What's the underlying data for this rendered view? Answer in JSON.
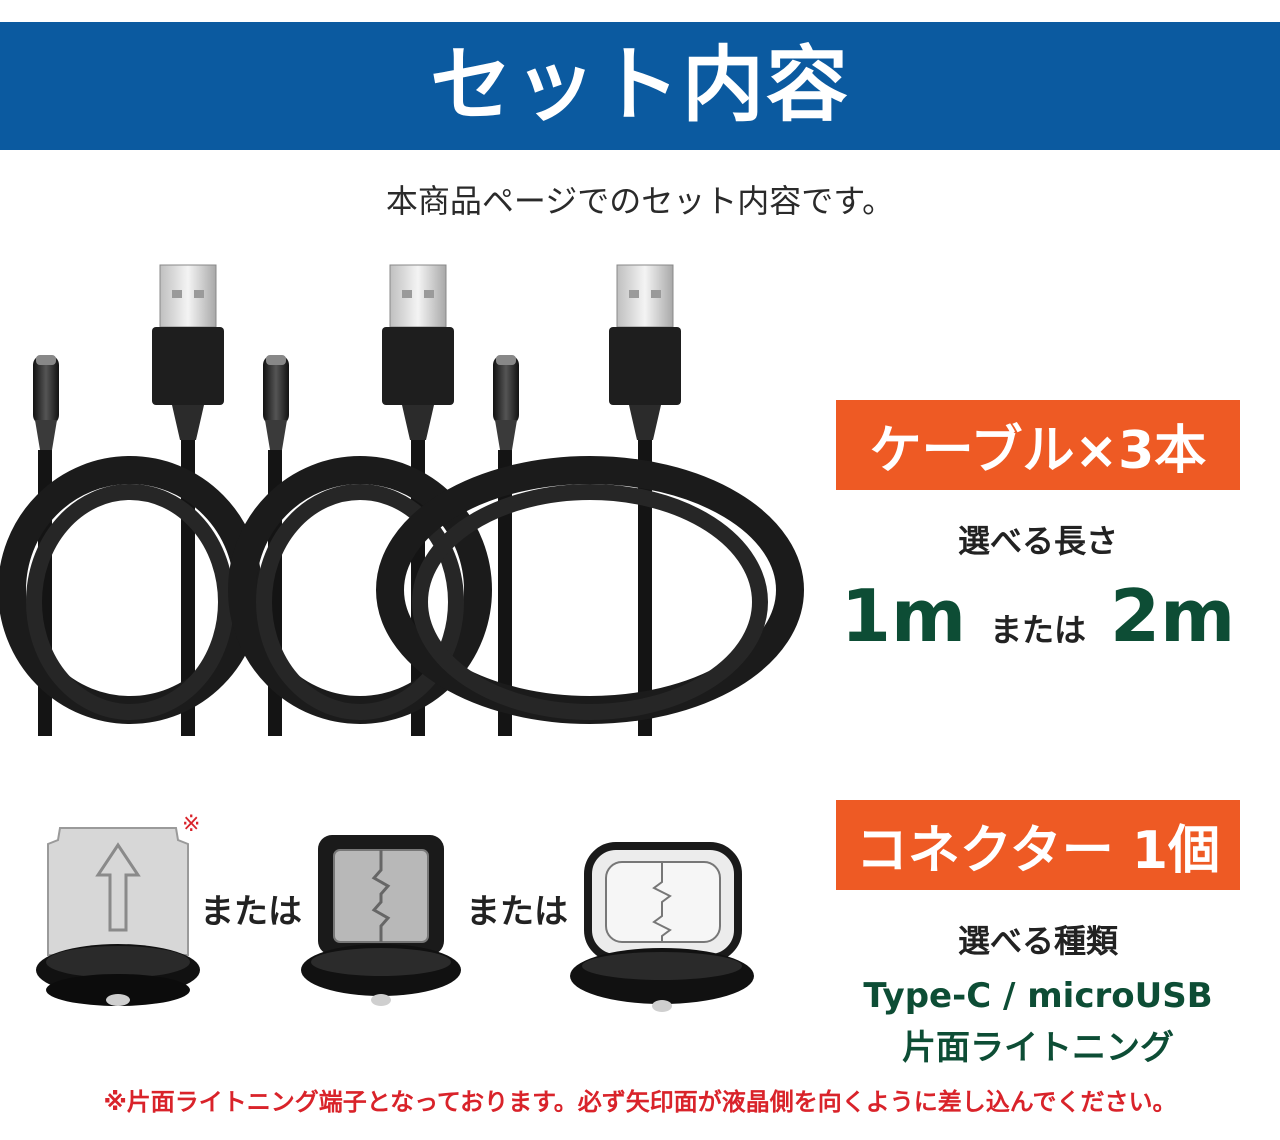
{
  "header": {
    "title": "セット内容"
  },
  "subtitle": "本商品ページでのセット内容です。",
  "cable_section": {
    "badge": "ケーブル×3本",
    "length_label": "選べる長さ",
    "length_1": "1m",
    "length_or": "または",
    "length_2": "2m"
  },
  "connector_section": {
    "badge": "コネクター 1個",
    "type_label": "選べる種類",
    "types_line1": "Type-C / microUSB",
    "types_line2": "片面ライトニング",
    "or_1": "または",
    "or_2": "または",
    "asterisk": "※"
  },
  "note": "※片面ライトニング端子となっております。必ず矢印面が液晶側を向くように差し込んでください。",
  "colors": {
    "header_blue": "#0b5aa0",
    "badge_orange": "#ee5a24",
    "accent_green": "#0d4d35",
    "note_red": "#d9232a"
  }
}
